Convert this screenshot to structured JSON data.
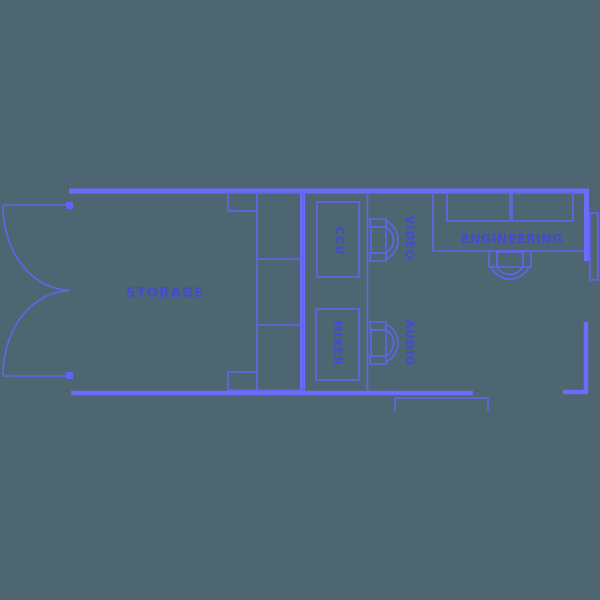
{
  "colors": {
    "background": "#4d6672",
    "wall": "#6b6cfa",
    "line": "#6164ef",
    "label_text": "#4649d2"
  },
  "floorplan": {
    "labels": {
      "storage": "STORAGE",
      "ccu": "CCU",
      "mixer": "MIXER",
      "video": "VIDEO",
      "audio": "AUDIO",
      "engineering": "ENGINEERING"
    }
  }
}
